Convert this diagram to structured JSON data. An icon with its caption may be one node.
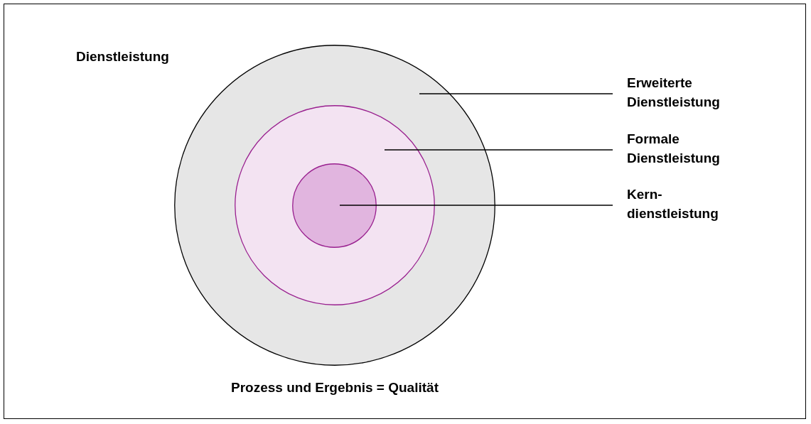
{
  "diagram": {
    "title": "Dienstleistung",
    "caption": "Prozess und Ergebnis = Qualität",
    "nodes": [
      {
        "text": [],
        "shape": "circle"
      },
      {
        "text": [],
        "shape": "circle",
        "in": 0
      },
      {
        "text": [],
        "shape": "circle",
        "in": 1
      },
      {
        "text": [
          "Erweiterte Dienstleistung"
        ]
      },
      {
        "text": [
          "Formale Dienstleistung"
        ]
      },
      {
        "text": [
          "Kern- dienstleistung"
        ]
      }
    ],
    "edges": [
      {
        "from": 3,
        "to": 0,
        "arrow": "none"
      },
      {
        "from": 4,
        "to": 1,
        "arrow": "none"
      },
      {
        "from": 5,
        "to": 2,
        "arrow": "none"
      }
    ]
  }
}
